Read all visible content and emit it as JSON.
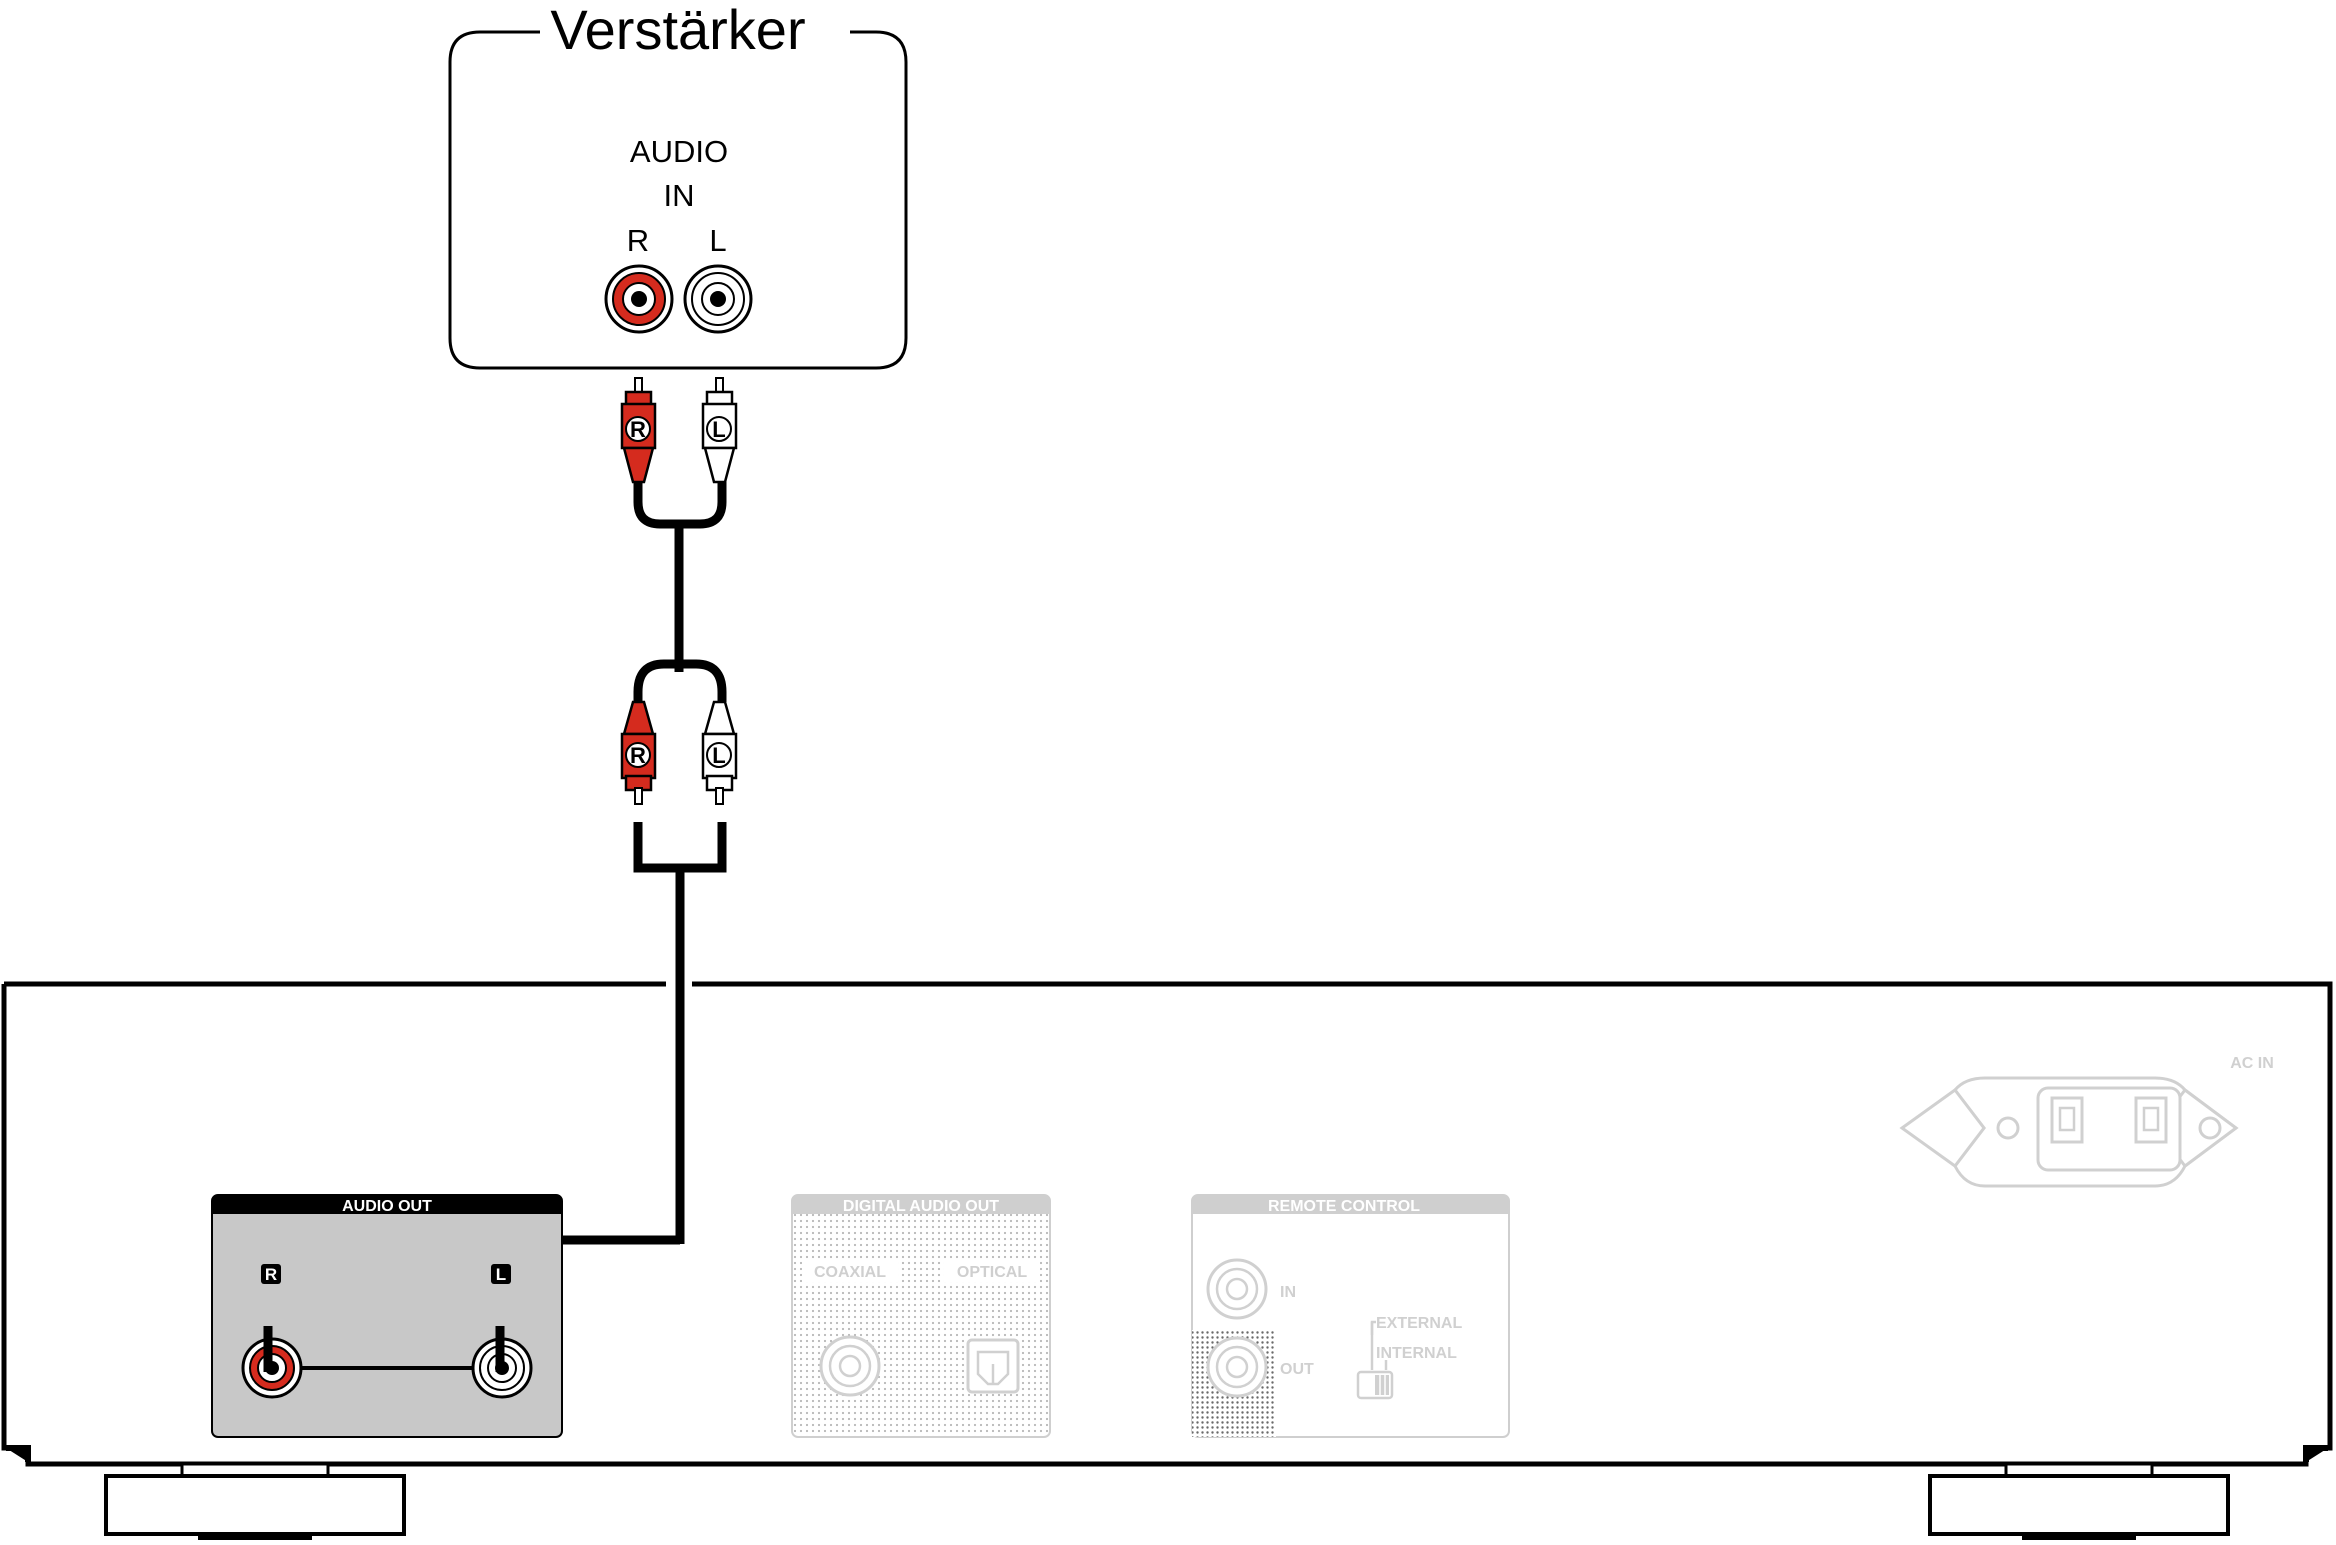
{
  "amplifier": {
    "title": "Verstärker",
    "jack_group_label_line1": "AUDIO",
    "jack_group_label_line2": "IN",
    "right_label": "R",
    "left_label": "L"
  },
  "cable": {
    "plug_right_label": "R",
    "plug_left_label": "L"
  },
  "device": {
    "audio_out": {
      "title": "AUDIO OUT",
      "right_label": "R",
      "left_label": "L"
    },
    "digital_audio_out": {
      "title": "DIGITAL AUDIO OUT",
      "coaxial_label": "COAXIAL",
      "optical_label": "OPTICAL"
    },
    "remote_control": {
      "title": "REMOTE CONTROL",
      "in_label": "IN",
      "out_label": "OUT",
      "external_label": "EXTERNAL",
      "internal_label": "INTERNAL"
    },
    "ac_in_label": "AC IN"
  },
  "colors": {
    "right_channel": "#d52b1e",
    "left_channel": "#ffffff",
    "outline": "#000000",
    "active_panel": "#c8c8c8",
    "inactive": "#cfcfcf"
  }
}
